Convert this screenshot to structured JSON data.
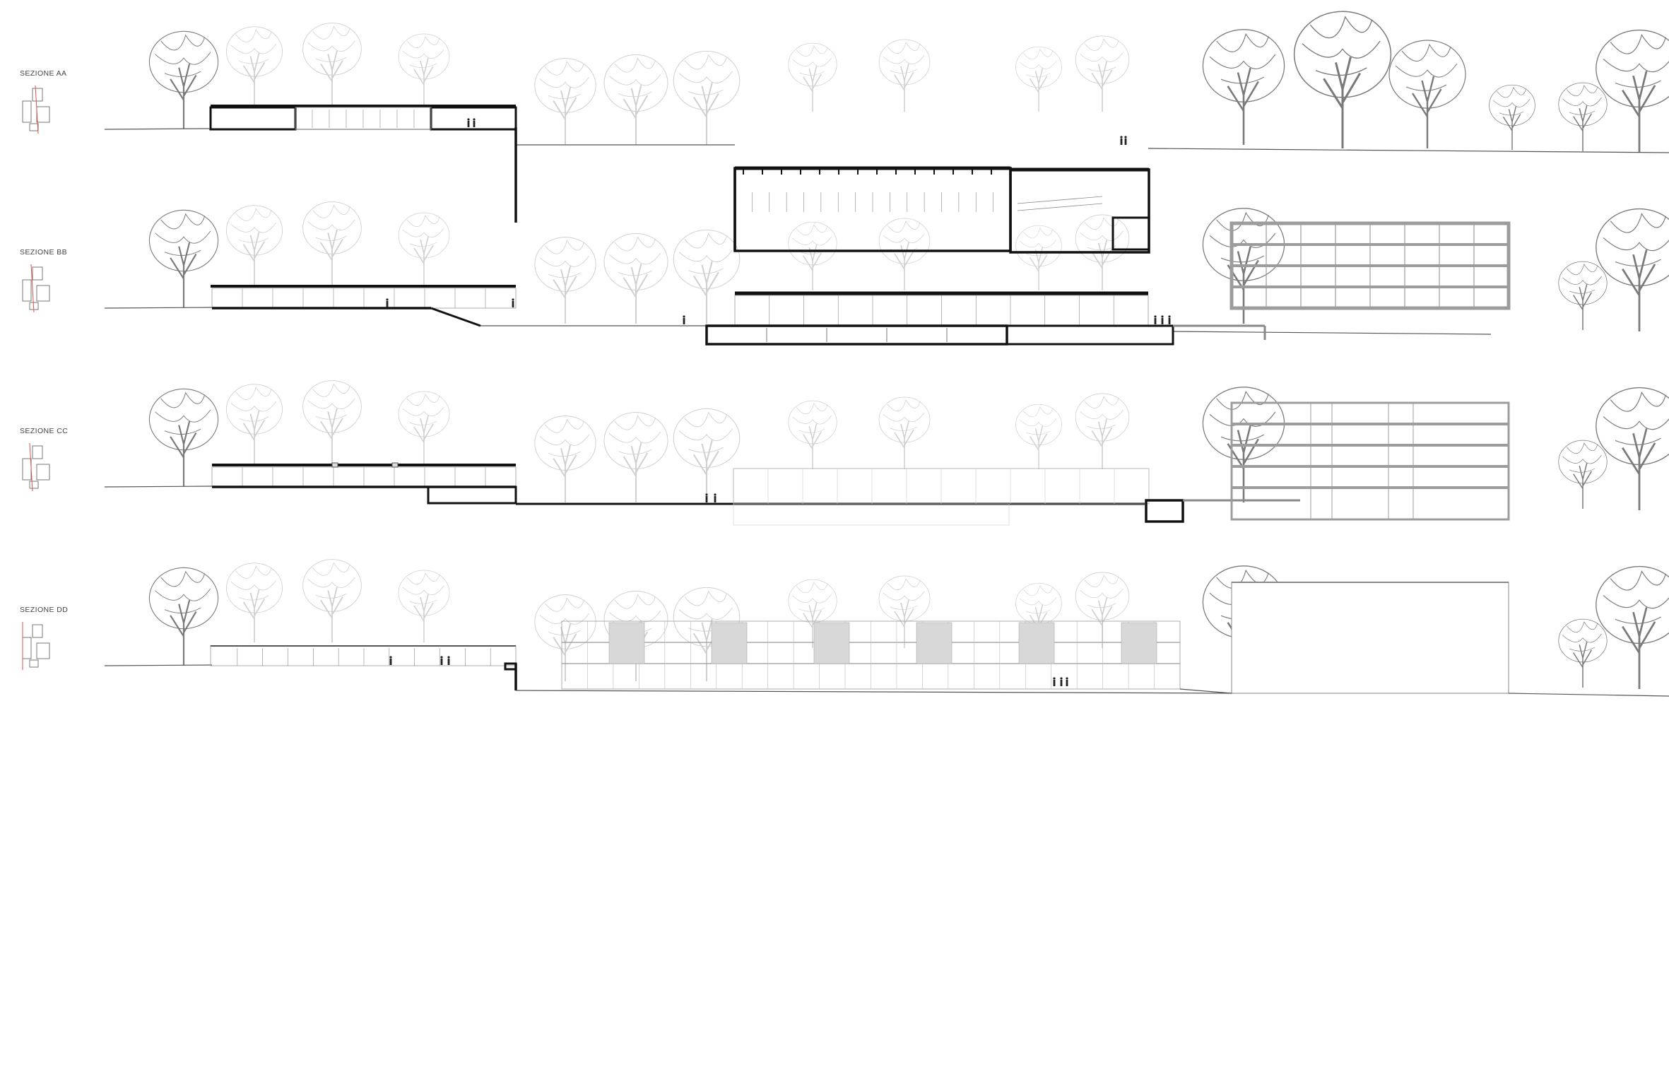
{
  "sheet": {
    "sections": [
      {
        "id": "aa",
        "label": "SEZIONE AA"
      },
      {
        "id": "bb",
        "label": "SEZIONE BB"
      },
      {
        "id": "cc",
        "label": "SEZIONE CC"
      },
      {
        "id": "dd",
        "label": "SEZIONE DD"
      }
    ]
  },
  "colors": {
    "section_cut": "#111111",
    "elevation_line": "#9a9a9a",
    "tree_dark": "#7a7a7a",
    "tree_light": "#d0d0d0",
    "keyplan_marker": "#d9534f",
    "building_grey": "#9c9c9c"
  },
  "icons": {
    "tree": "deciduous-tree-silhouette",
    "person": "human-scale-figure",
    "keyplan": "site-key-plan"
  }
}
